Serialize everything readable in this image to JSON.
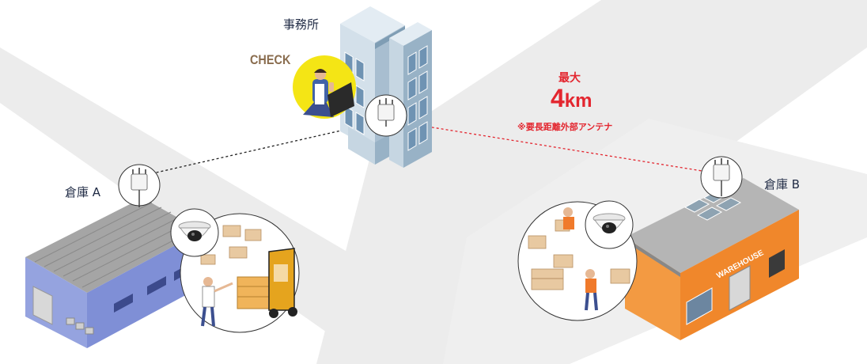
{
  "labels": {
    "office": "事務所",
    "warehouse_a": "倉庫 A",
    "warehouse_b": "倉庫 B",
    "check": "CHECK",
    "warehouse_sign": "WAREHOUSE"
  },
  "distance": {
    "caption": "最大",
    "value": "4",
    "unit": "km",
    "note": "※要長距離外部アンテナ"
  },
  "colors": {
    "road": "#ececec",
    "link_line_left": "#222222",
    "link_line_right": "#e3262f",
    "accent_red": "#e3262f",
    "warehouse_a_wall": "#7f8fd6",
    "warehouse_b_wall": "#f0872b",
    "office_building": "#c6d7e3",
    "check_highlight": "#f4e515"
  },
  "icons": {
    "access_point": "outdoor-wireless-access-point-icon",
    "camera": "dome-security-camera-icon"
  }
}
